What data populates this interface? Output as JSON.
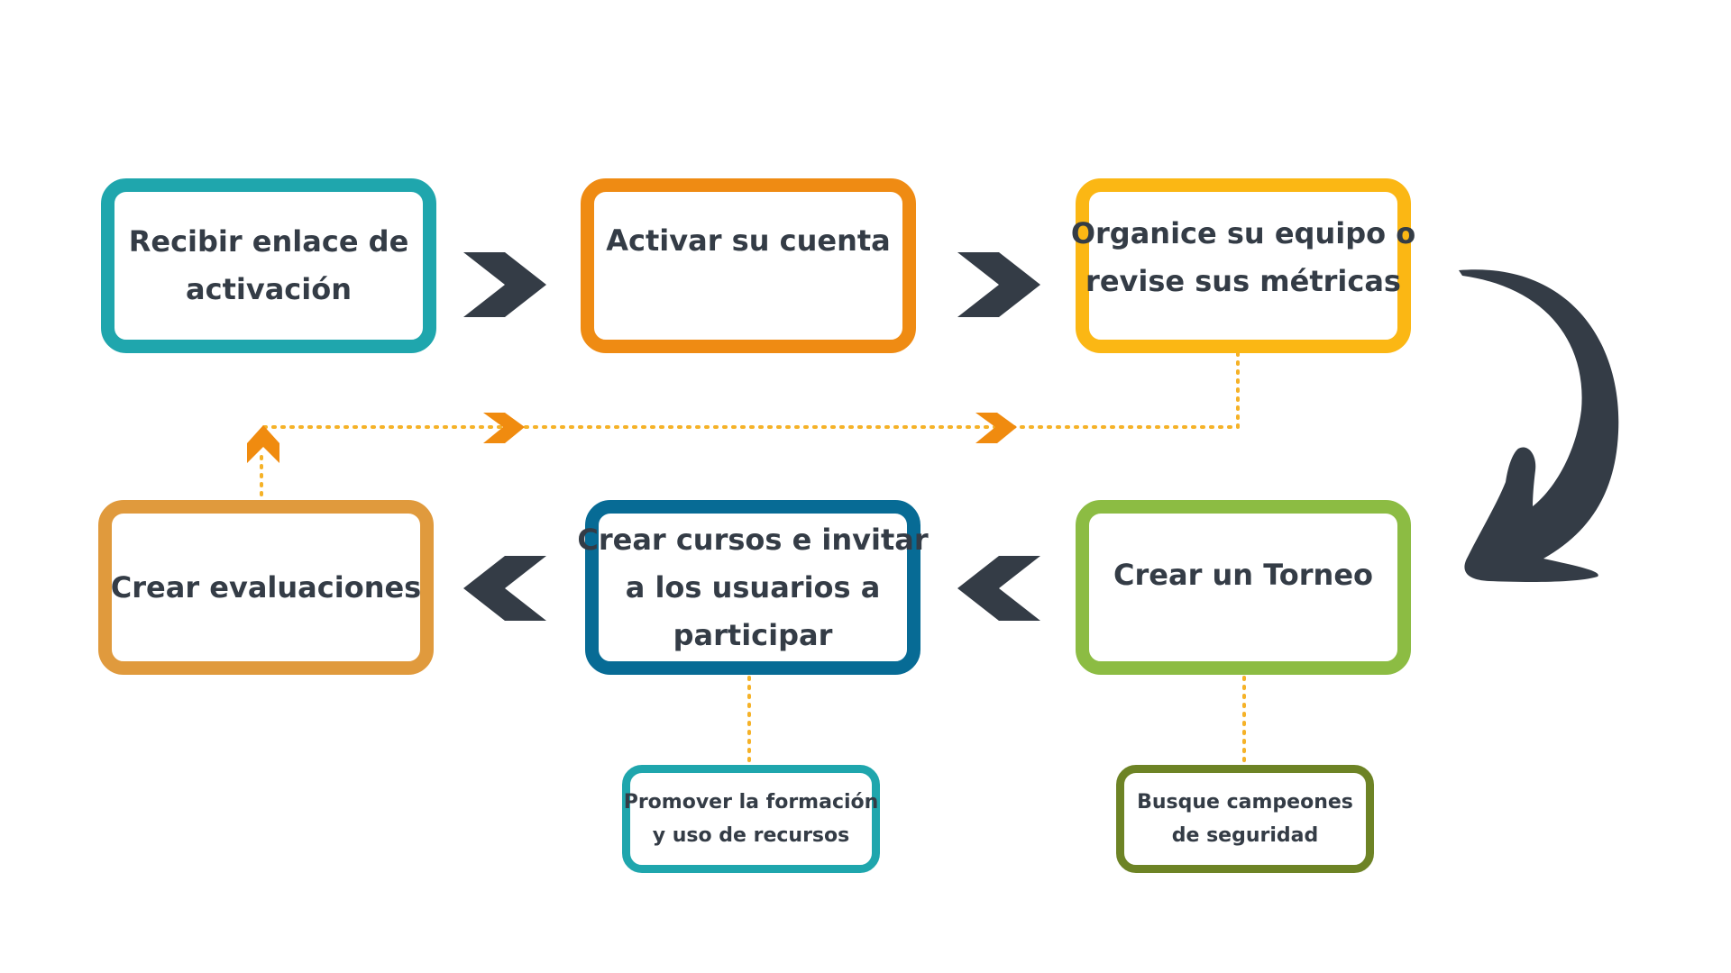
{
  "colors": {
    "step1_border": "#1fa6ad",
    "step2_border": "#ef8b13",
    "step3_border": "#fbb714",
    "step4_border": "#8cbc43",
    "step5_border": "#076b95",
    "step6_border": "#e09a3d",
    "note1_border": "#1fa6ad",
    "note2_border": "#6d8325",
    "text": "#343c46",
    "chevron": "#343c46",
    "dotted_line": "#f5b228",
    "dotted_arrow": "#f08b0f"
  },
  "steps": [
    {
      "label": "Recibir enlace de\nactivación"
    },
    {
      "label": "Activar su cuenta"
    },
    {
      "label": "Organice su equipo o\nrevise sus métricas"
    },
    {
      "label": "Crear un Torneo"
    },
    {
      "label": "Crear cursos e invitar\na los usuarios a\nparticipar"
    },
    {
      "label": "Crear evaluaciones"
    }
  ],
  "notes": [
    {
      "label": "Promover la formación\ny uso de recursos"
    },
    {
      "label": "Busque campeones\nde seguridad"
    }
  ],
  "icons": {
    "forward_chevron": "chevron-right-icon",
    "back_chevron": "chevron-left-icon",
    "curved_arrow": "curved-arrow-down-icon",
    "dotted_chevron": "chevron-right-icon",
    "up_arrow": "chevron-up-icon"
  }
}
